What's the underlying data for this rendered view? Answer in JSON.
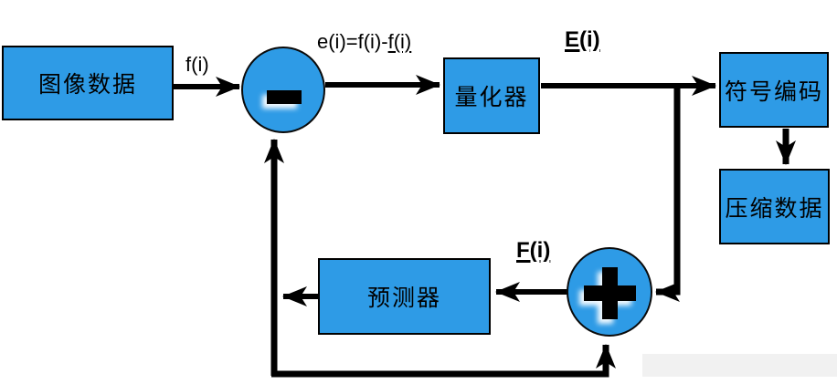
{
  "diagram": {
    "type": "block-diagram",
    "topic": "DPCM image compression flow",
    "nodes": {
      "image_data": "图像数据",
      "quantizer": "量化器",
      "symbol_encoder": "符号编码",
      "compressed_data": "压缩数据",
      "predictor": "预测器"
    },
    "edge_labels": {
      "f_i": "f(i)",
      "error_equation_prefix": "e(i)=f(i)-",
      "error_equation_underlined": "f(i)",
      "E_i": "E(i)",
      "F_i": "F(i)"
    },
    "operators": {
      "subtractor_icon": "minus-operator-icon",
      "adder_icon": "plus-operator-icon"
    },
    "colors": {
      "node_fill": "#2E9BE6",
      "node_border": "#000000",
      "connector": "#000000",
      "label_text": "#000000",
      "background": "#FFFFFF",
      "watermark_band": "#F1F1F1"
    }
  }
}
